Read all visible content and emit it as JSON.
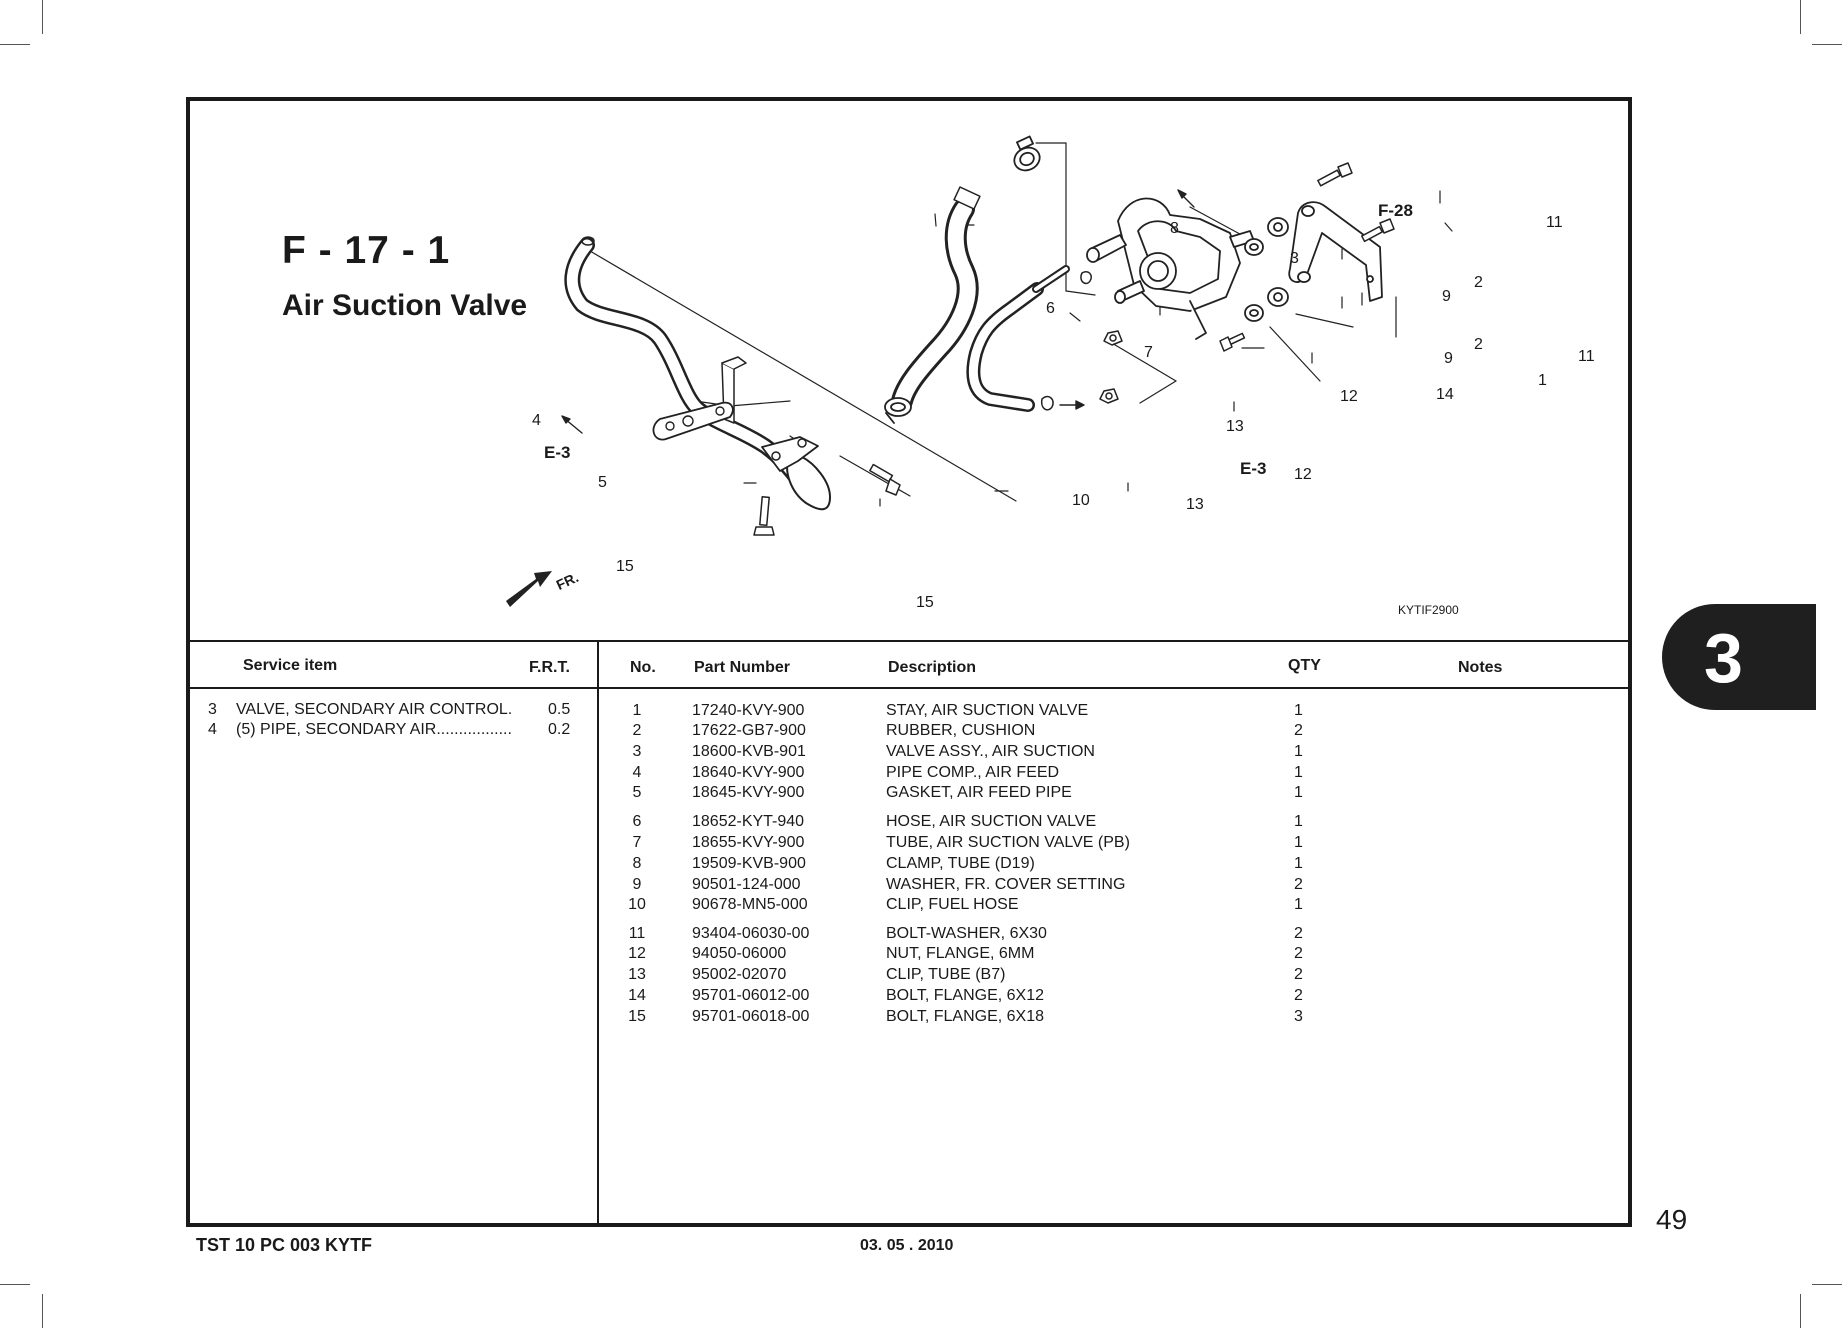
{
  "figure": {
    "code": "F - 17 - 1",
    "title": "Air Suction Valve",
    "ref_code": "KYTIF2900",
    "callouts": [
      "1",
      "2",
      "2",
      "3",
      "4",
      "5",
      "6",
      "7",
      "8",
      "9",
      "9",
      "10",
      "11",
      "11",
      "12",
      "12",
      "13",
      "13",
      "14",
      "15",
      "15"
    ],
    "refs": {
      "e3_a": "E-3",
      "e3_b": "E-3",
      "f28": "F-28",
      "fr": "FR."
    }
  },
  "service_table": {
    "headers": {
      "item": "Service item",
      "frt": "F.R.T."
    },
    "rows": [
      {
        "num": "3",
        "desc": "VALVE, SECONDARY AIR CONTROL.",
        "frt": "0.5"
      },
      {
        "num": "4",
        "desc": "(5) PIPE, SECONDARY AIR.................",
        "frt": "0.2"
      }
    ]
  },
  "parts_table": {
    "headers": {
      "no": "No.",
      "part_number": "Part Number",
      "description": "Description",
      "qty": "QTY",
      "notes": "Notes"
    },
    "rows": [
      {
        "no": "1",
        "part": "17240-KVY-900",
        "desc": "STAY, AIR SUCTION VALVE",
        "qty": "1"
      },
      {
        "no": "2",
        "part": "17622-GB7-900",
        "desc": "RUBBER, CUSHION",
        "qty": "2"
      },
      {
        "no": "3",
        "part": "18600-KVB-901",
        "desc": "VALVE ASSY., AIR SUCTION",
        "qty": "1"
      },
      {
        "no": "4",
        "part": "18640-KVY-900",
        "desc": "PIPE COMP., AIR FEED",
        "qty": "1"
      },
      {
        "no": "5",
        "part": "18645-KVY-900",
        "desc": "GASKET, AIR FEED PIPE",
        "qty": "1"
      },
      {
        "no": "6",
        "part": "18652-KYT-940",
        "desc": "HOSE, AIR SUCTION VALVE",
        "qty": "1"
      },
      {
        "no": "7",
        "part": "18655-KVY-900",
        "desc": "TUBE, AIR SUCTION VALVE (PB)",
        "qty": "1"
      },
      {
        "no": "8",
        "part": "19509-KVB-900",
        "desc": "CLAMP, TUBE (D19)",
        "qty": "1"
      },
      {
        "no": "9",
        "part": "90501-124-000",
        "desc": "WASHER, FR. COVER SETTING",
        "qty": "2"
      },
      {
        "no": "10",
        "part": "90678-MN5-000",
        "desc": "CLIP, FUEL HOSE",
        "qty": "1"
      },
      {
        "no": "11",
        "part": "93404-06030-00",
        "desc": "BOLT-WASHER, 6X30",
        "qty": "2"
      },
      {
        "no": "12",
        "part": "94050-06000",
        "desc": "NUT, FLANGE, 6MM",
        "qty": "2"
      },
      {
        "no": "13",
        "part": "95002-02070",
        "desc": "CLIP, TUBE (B7)",
        "qty": "2"
      },
      {
        "no": "14",
        "part": "95701-06012-00",
        "desc": "BOLT, FLANGE, 6X12",
        "qty": "2"
      },
      {
        "no": "15",
        "part": "95701-06018-00",
        "desc": "BOLT, FLANGE, 6X18",
        "qty": "3"
      }
    ]
  },
  "footer": {
    "doc_code": "TST 10 PC 003 KYTF",
    "date": "03. 05 . 2010",
    "page": "49",
    "section_tab": "3"
  }
}
